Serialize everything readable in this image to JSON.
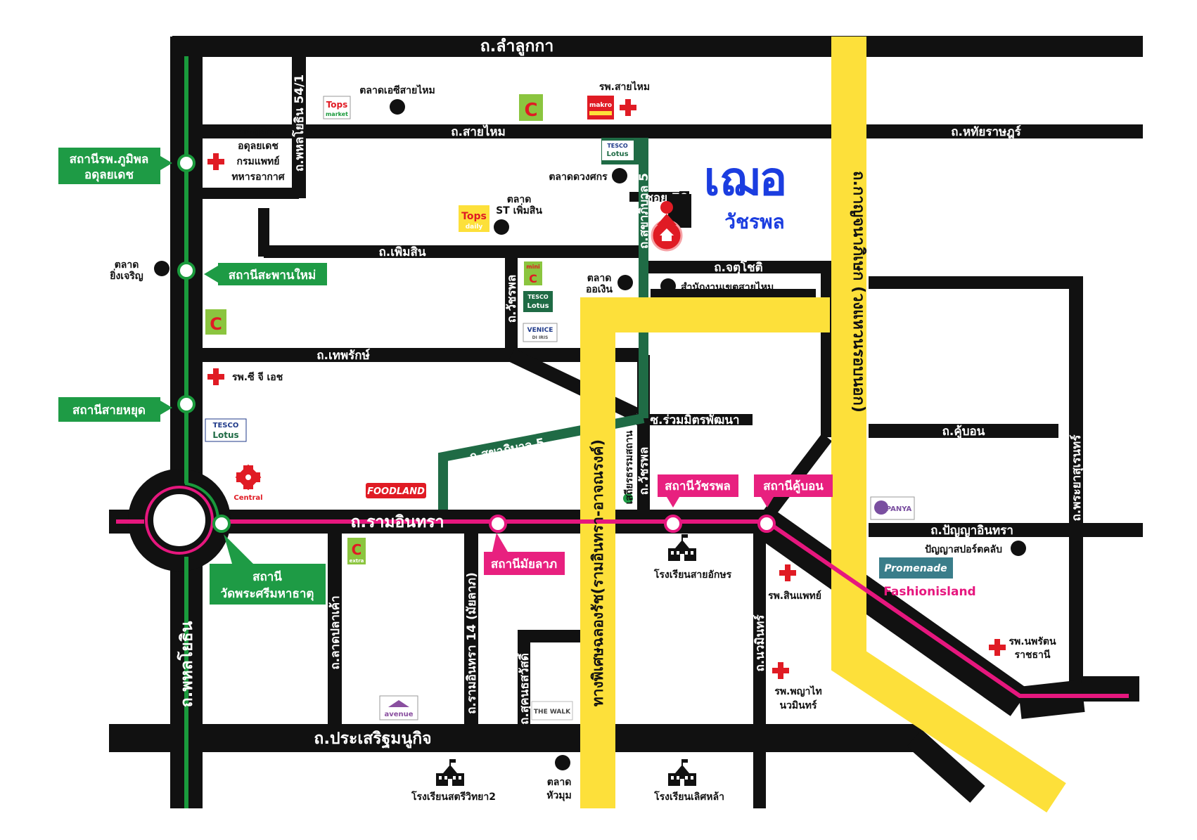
{
  "brand": {
    "name": "เฌอ",
    "sub": "วัชรพล"
  },
  "roads": {
    "lamlukka": "ถ.ลำลูกกา",
    "saimai": "ถ.สายไหม",
    "hathairat": "ถ.หทัยราษฎร์",
    "phahonyothin54": "ถ.พหลโยธิน 54/1",
    "soi70": "ซอย 70",
    "sukhapiban5_v": "ถ.สุขาภิบาล 5",
    "phermsin": "ถ.เพิ่มสิน",
    "chatuchot": "ถ.จตุโชติ",
    "watcharaphon_v": "ถ.วัชรพล",
    "thephrak": "ถ.เทพรักษ์",
    "ruammit": "ซ.ร่วมมิตรพัฒนา",
    "sukhapiban5_d": "ถ.สุขาภิบาล 5",
    "watcharaphon_v2": "ถ.วัชรพล",
    "kanchanaphisek": "ถ.กาญจนาภิเษก (วงแหวนรอบนอก)",
    "expressway": "ทางพิเศษฉลองรัช(รามอินทรา-อาจณรงค์)",
    "khubon": "ถ.คู้บอน",
    "phraya_suren": "ถ.พระยาสุเรนทร์",
    "ramintra": "ถ.รามอินทรา",
    "panyaintra": "ถ.ปัญญาอินทรา",
    "ladplakao": "ถ.ลาดปลาเค้า",
    "ramintra14": "ถ.รามอินทรา 14 (มัยลาภ)",
    "sukonthasawat": "ถ.สุคนธสวัสดิ์",
    "nawamin": "ถ.นวมินทร์",
    "phahonyothin": "ถ.พหลโยธิน",
    "prasertmanukit": "ถ.ประเสริฐมนูกิจ"
  },
  "places": {
    "talad_ac": "ตลาดเอซีสายไหม",
    "saimai_hosp": "รพ.สายไหม",
    "bhumibol_hosp": [
      "รพ.ภูมิพล",
      "อดุลยเดช",
      "กรมแพทย์",
      "ทหารอากาศ"
    ],
    "talad_duangsak": "ตลาดดวงศกร",
    "talad_st": [
      "ตลาด",
      "ST เพิ่มสิน"
    ],
    "talad_yingcharoen": [
      "ตลาด",
      "ยิ่งเจริญ"
    ],
    "talad_orngern": [
      "ตลาด",
      "ออเงิน"
    ],
    "district_office": "สำนักงานเขตสายไหม",
    "cgh_hosp": "รพ.ซี จี เอช",
    "sathian": "เสถียรธรรมสถาน",
    "school_saiaksorn": "โรงเรียนสายอักษร",
    "panya_sport": "ปัญญาสปอร์ตคลับ",
    "sinphaet_hosp": "รพ.สินแพทย์",
    "nopparat_hosp": [
      "รพ.นพรัตน",
      "ราชธานี"
    ],
    "phyathai_hosp": [
      "รพ.พญาไท",
      "นวมินทร์"
    ],
    "school_satri": "โรงเรียนสตรีวิทยา2",
    "talad_huamum": [
      "ตลาด",
      "หัวมุม"
    ],
    "school_lertla": "โรงเรียนเลิศหล้า"
  },
  "stations": {
    "bhumibol": [
      "สถานีรพ.ภูมิพล",
      "อดุลยเดช"
    ],
    "saphanmai": "สถานีสะพานใหม่",
    "saiyud": "สถานีสายหยุด",
    "wat_phra_sri": [
      "สถานี",
      "วัดพระศรีมหาธาตุ"
    ],
    "mailap": "สถานีมัยลาภ",
    "watcharaphon": "สถานีวัชรพล",
    "khubon": "สถานีคู้บอน"
  },
  "logos": {
    "tops_market": [
      "Tops",
      "market"
    ],
    "bigc": "C",
    "makro": "makro",
    "tesco_express": [
      "TESCO",
      "Lotus"
    ],
    "tops_daily": [
      "Tops",
      "daily"
    ],
    "mini_bigc": "mini",
    "venice": [
      "VENICE",
      "DI IRIS"
    ],
    "tesco_lotus": [
      "TESCO",
      "Lotus"
    ],
    "central": "Central",
    "foodland": "FOODLAND",
    "bigc_extra": "extra",
    "panya_village": "PANYA",
    "promenade": "Promenade",
    "fashion_island": "Fashionisland",
    "avenue": "avenue",
    "the_walk": "THE WALK"
  },
  "colors": {
    "road": "#111111",
    "green_line": "#1a9a3c",
    "pink_line": "#e6177e",
    "expressway": "#fde03a",
    "station_green": "#1e9b45",
    "station_pink": "#e8207f",
    "dark_green_road": "#1f6b45",
    "brand_blue": "#1b3de0",
    "hospital_red": "#e01b24"
  }
}
